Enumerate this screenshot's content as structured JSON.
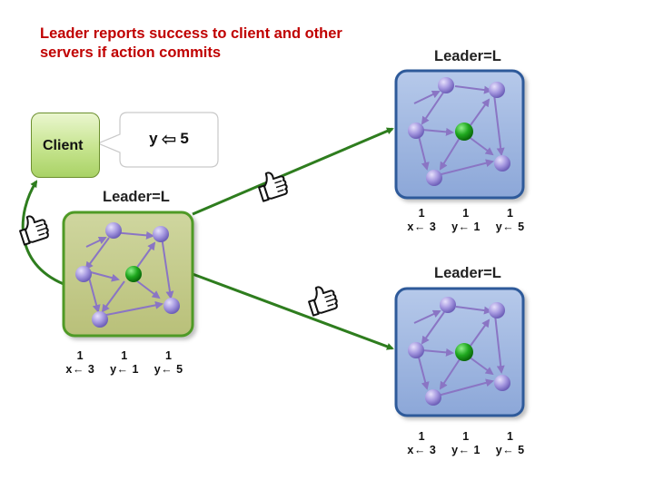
{
  "title": {
    "line1": "Leader reports success to client and other",
    "line2": "servers if action commits"
  },
  "client": {
    "label": "Client"
  },
  "callout": {
    "var": "y",
    "arrow": "🡐",
    "value": "5"
  },
  "servers": [
    {
      "leader_label": "Leader=L",
      "log": {
        "terms": [
          "1",
          "1",
          "1"
        ],
        "commands": [
          "x← 3",
          "y← 1",
          "y← 5"
        ]
      }
    },
    {
      "leader_label": "Leader=L",
      "log": {
        "terms": [
          "1",
          "1",
          "1"
        ],
        "commands": [
          "x← 3",
          "y← 1",
          "y← 5"
        ]
      }
    },
    {
      "leader_label": "Leader=L",
      "log": {
        "terms": [
          "1",
          "1",
          "1"
        ],
        "commands": [
          "x← 3",
          "y← 1",
          "y← 5"
        ]
      }
    }
  ],
  "colors": {
    "title": "#c00000",
    "arrow_green": "#2e7d1e",
    "leader_box_fill": "#c7cd8f",
    "leader_box_border": "#4f9a28",
    "follower_box_fill": "#9fb7df",
    "follower_box_border": "#2f5a9a",
    "node_purple": "#9b8fd6",
    "node_green": "#1f9e1f",
    "edge_purple": "#8a75c4"
  },
  "icons": [
    "thumbs-up-icon"
  ]
}
